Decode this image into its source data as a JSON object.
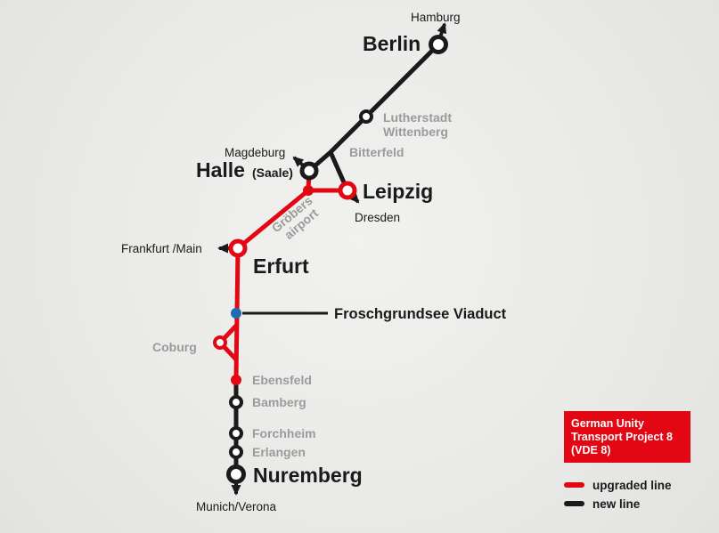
{
  "colors": {
    "red": "#e30613",
    "black": "#1a1a1a",
    "gray_label": "#9b9b9b",
    "blue_viaduct": "#1f6cb0",
    "background": "#ebebe9",
    "white": "#ffffff"
  },
  "map": {
    "stations": {
      "hamburg": "Hamburg",
      "berlin": "Berlin",
      "wittenberg_line1": "Lutherstadt",
      "wittenberg_line2": "Wittenberg",
      "magdeburg": "Magdeburg",
      "bitterfeld": "Bitterfeld",
      "halle": "Halle",
      "halle_suffix": "(Saale)",
      "leipzig": "Leipzig",
      "dresden": "Dresden",
      "groebers_line1": "Gröbers",
      "groebers_line2": "airport",
      "frankfurt": "Frankfurt /Main",
      "erfurt": "Erfurt",
      "viaduct": "Froschgrundsee Viaduct",
      "coburg": "Coburg",
      "ebensfeld": "Ebensfeld",
      "bamberg": "Bamberg",
      "forchheim": "Forchheim",
      "erlangen": "Erlangen",
      "nuremberg": "Nuremberg",
      "munich": "Munich/Verona"
    }
  },
  "legend": {
    "title_line1": "German Unity",
    "title_line2": "Transport Project 8",
    "title_line3": "(VDE 8)",
    "upgraded_label": "upgraded line",
    "new_label": "new line"
  }
}
